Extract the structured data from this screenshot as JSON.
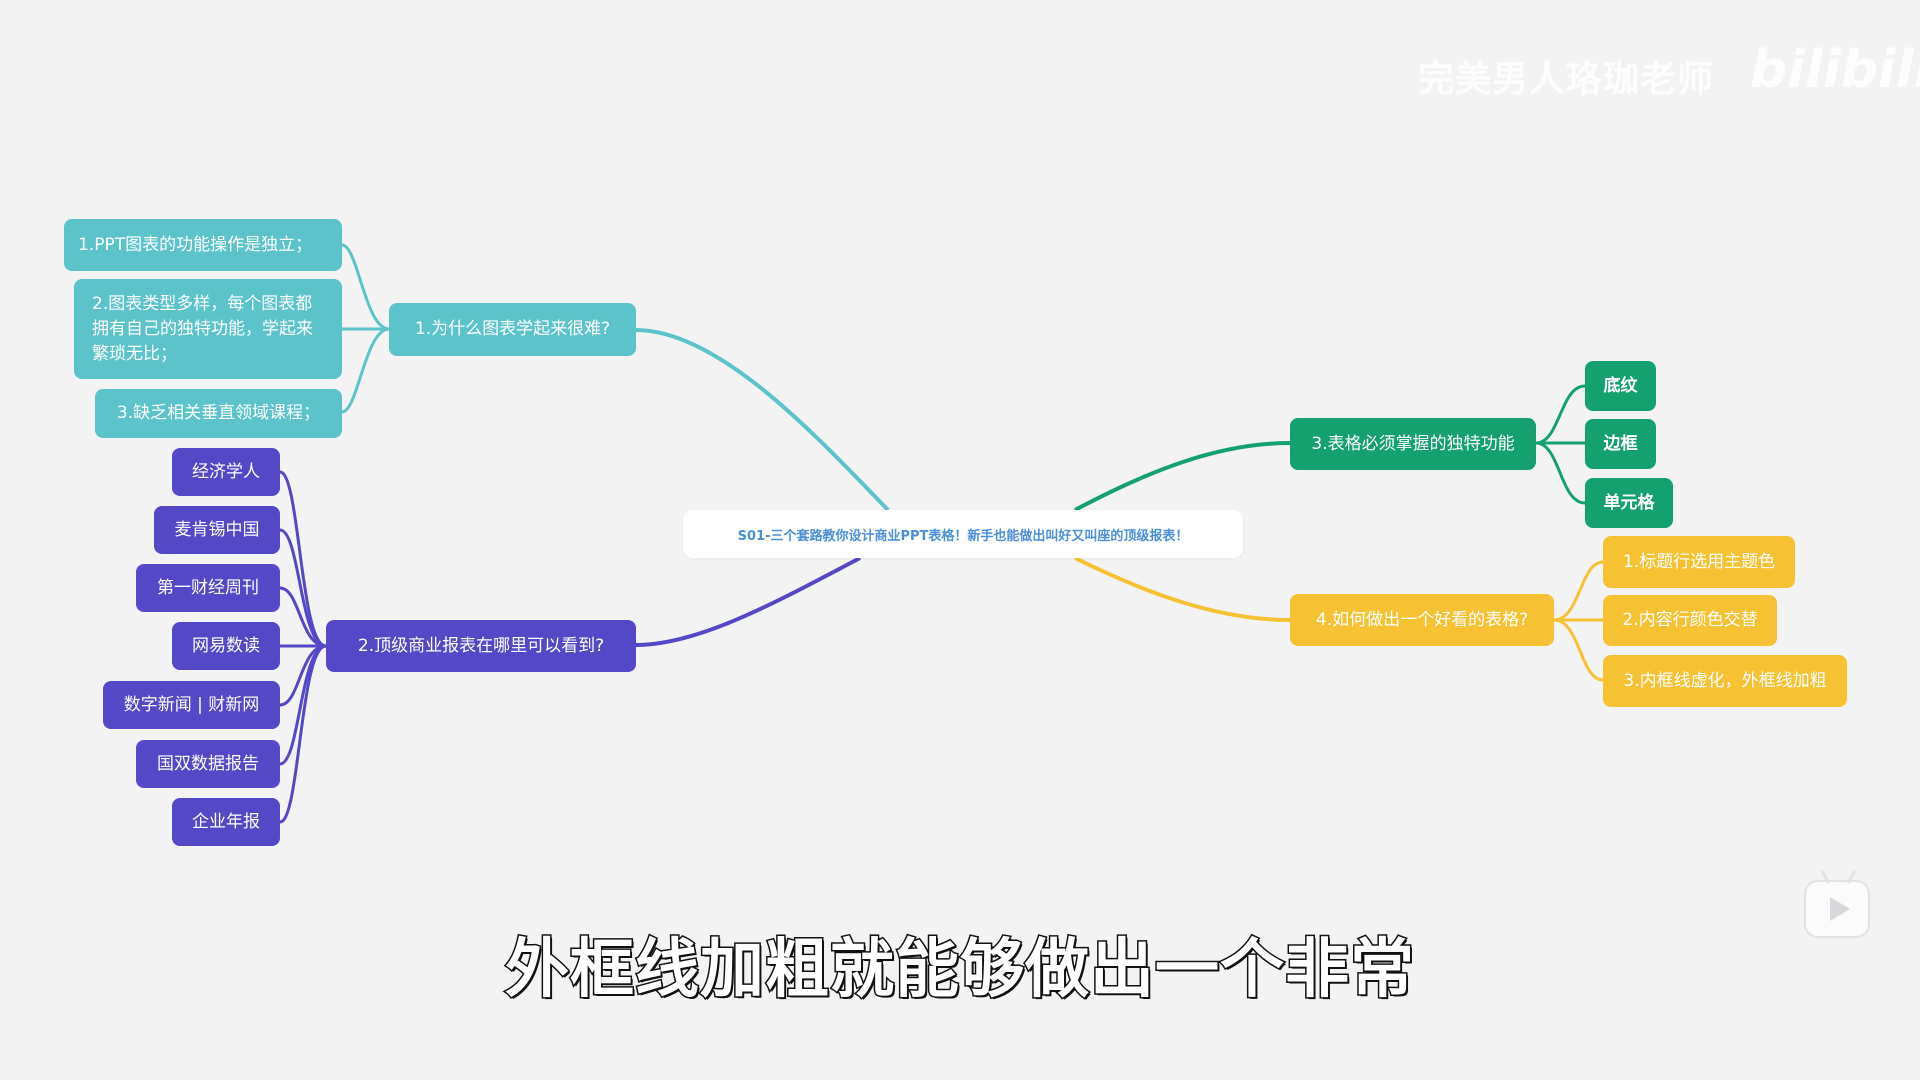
{
  "watermark": {
    "author": "完美男人珞珈老师",
    "logo": "bilibili"
  },
  "center": {
    "title": "S01-三个套路教你设计商业PPT表格！新手也能做出叫好又叫座的顶级报表！"
  },
  "branches": {
    "b1": {
      "label": "1.为什么图表学起来很难?",
      "color": "#5bc3c9",
      "children": [
        "1.PPT图表的功能操作是独立；",
        "2.图表类型多样，每个图表都拥有自己的独特功能，学起来繁琐无比；",
        "3.缺乏相关垂直领域课程；"
      ]
    },
    "b2": {
      "label": "2.顶级商业报表在哪里可以看到?",
      "color": "#5548c6",
      "children": [
        "经济学人",
        "麦肯锡中国",
        "第一财经周刊",
        "网易数读",
        "数字新闻 | 财新网",
        "国双数据报告",
        "企业年报"
      ]
    },
    "b3": {
      "label": "3.表格必须掌握的独特功能",
      "color": "#14a06f",
      "children": [
        "底纹",
        "边框",
        "单元格"
      ]
    },
    "b4": {
      "label": "4.如何做出一个好看的表格?",
      "color": "#f6c234",
      "children": [
        "1.标题行选用主题色",
        "2.内容行颜色交替",
        "3.内框线虚化，外框线加粗"
      ]
    }
  },
  "subtitle": "外框线加粗就能够做出一个非常"
}
